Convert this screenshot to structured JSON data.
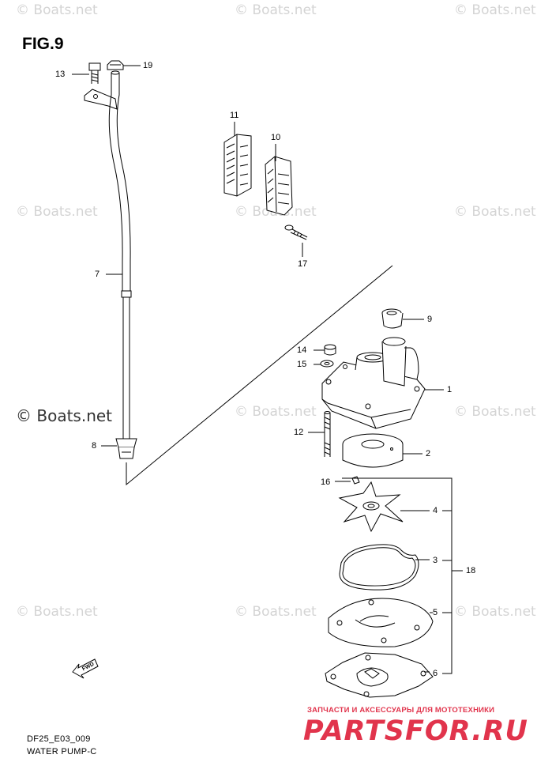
{
  "figure_title": "FIG.9",
  "watermark_text": "© Boats.net",
  "footer": {
    "model_code": "DF25_E03_009",
    "section_name": "WATER PUMP-C"
  },
  "stamp": {
    "tagline": "ЗАПЧАСТИ И АКСЕССУАРЫ ДЛЯ МОТОТЕХНИКИ",
    "brand": "PARTSFOR.RU",
    "color": "#e1344c"
  },
  "direction_marker": "FWD",
  "callouts": {
    "p1": "1",
    "p2": "2",
    "p3": "3",
    "p4": "4",
    "p5": "5",
    "p6": "6",
    "p7": "7",
    "p8": "8",
    "p9": "9",
    "p10": "10",
    "p11": "11",
    "p12": "12",
    "p13": "13",
    "p14": "14",
    "p15": "15",
    "p16": "16",
    "p17": "17",
    "p18": "18",
    "p19": "19"
  }
}
